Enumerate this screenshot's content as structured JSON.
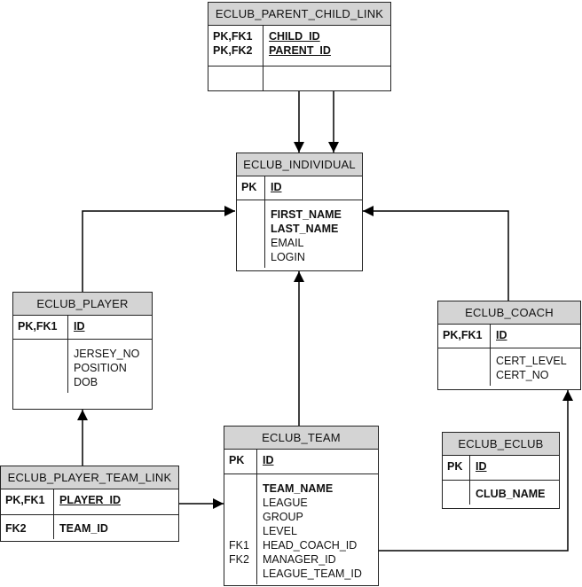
{
  "entities": {
    "parent_child_link": {
      "name": "ECLUB_PARENT_CHILD_LINK",
      "pk_keys": [
        "PK,FK1",
        "PK,FK2"
      ],
      "pk_cols": [
        "CHILD_ID",
        "PARENT_ID"
      ]
    },
    "individual": {
      "name": "ECLUB_INDIVIDUAL",
      "pk_keys": [
        "PK"
      ],
      "pk_cols": [
        "ID"
      ],
      "attrs": [
        "FIRST_NAME",
        "LAST_NAME",
        "EMAIL",
        "LOGIN"
      ]
    },
    "player": {
      "name": "ECLUB_PLAYER",
      "pk_keys": [
        "PK,FK1"
      ],
      "pk_cols": [
        "ID"
      ],
      "attrs": [
        "JERSEY_NO",
        "POSITION",
        "DOB"
      ]
    },
    "coach": {
      "name": "ECLUB_COACH",
      "pk_keys": [
        "PK,FK1"
      ],
      "pk_cols": [
        "ID"
      ],
      "attrs": [
        "CERT_LEVEL",
        "CERT_NO"
      ]
    },
    "team": {
      "name": "ECLUB_TEAM",
      "pk_keys": [
        "PK"
      ],
      "pk_cols": [
        "ID"
      ],
      "attr_keys": [
        "",
        "",
        "",
        "",
        "FK1",
        "FK2",
        ""
      ],
      "attrs": [
        "TEAM_NAME",
        "LEAGUE",
        "GROUP",
        "LEVEL",
        "HEAD_COACH_ID",
        "MANAGER_ID",
        "LEAGUE_TEAM_ID"
      ]
    },
    "eclub": {
      "name": "ECLUB_ECLUB",
      "pk_keys": [
        "PK"
      ],
      "pk_cols": [
        "ID"
      ],
      "attrs": [
        "CLUB_NAME"
      ]
    },
    "player_team_link": {
      "name": "ECLUB_PLAYER_TEAM_LINK",
      "row1_key": "PK,FK1",
      "row1_col": "PLAYER_ID",
      "row2_key": "FK2",
      "row2_col": "TEAM_ID"
    }
  }
}
